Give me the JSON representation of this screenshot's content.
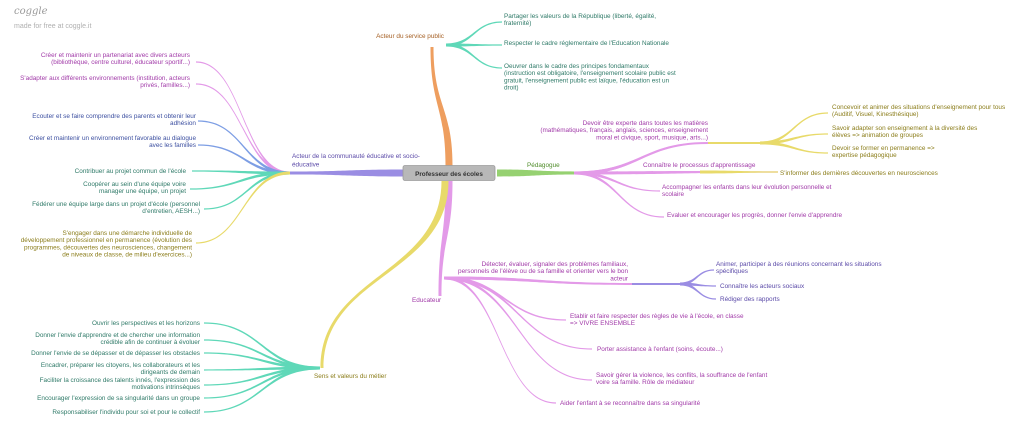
{
  "brand": {
    "logo": "coggle",
    "tagline": "made for free at coggle.it"
  },
  "colors": {
    "teal": "#5fd8b8",
    "tealText": "#2f7a68",
    "pink": "#e39ae8",
    "pinkText": "#a13aa8",
    "blue": "#7d9ee4",
    "blueText": "#3c4fa0",
    "yellow": "#e8da6a",
    "yellowText": "#8b7d1a",
    "orange": "#ee9e5f",
    "orangeText": "#a45e22",
    "green": "#96d171",
    "greenText": "#4f8c2a",
    "purple": "#9a8de3",
    "purpleText": "#5b4aa8"
  },
  "root": "Professeur des écoles",
  "branches": [
    {
      "id": "acteur-service",
      "color": "orange",
      "label": "Acteur du service public",
      "children": [
        {
          "color": "teal",
          "lines": [
            "Partager les valeurs de la République (liberté, égalité,",
            "fraternité)"
          ]
        },
        {
          "color": "teal",
          "lines": [
            "Respecter le cadre réglementaire de l'Education Nationale"
          ]
        },
        {
          "color": "teal",
          "lines": [
            "Oeuvrer dans le cadre des principes fondamentaux",
            "(instruction est obligatoire, l'enseignement scolaire public est",
            "gratuit, l'enseignement public est laïque, l'éducation est un",
            "droit)"
          ]
        }
      ]
    },
    {
      "id": "pedagogue",
      "color": "green",
      "label": "Pédagogue",
      "children": [
        {
          "color": "pink",
          "lines": [
            "Devoir être experte dans toutes les matières",
            "(mathématiques, français, anglais, sciences, enseignement",
            "moral et civique, sport, musique, arts...)"
          ],
          "children": [
            {
              "color": "yellow",
              "lines": [
                "Concevoir et animer des situations d'enseignement pour tous",
                "(Auditif, Visuel, Kinesthésique)"
              ]
            },
            {
              "color": "yellow",
              "lines": [
                "Savoir adapter son enseignement à la diversité des",
                "élèves => animation de groupes"
              ]
            },
            {
              "color": "yellow",
              "lines": [
                "Devoir se former en permanence =>",
                "expertise pédagogique"
              ]
            }
          ]
        },
        {
          "color": "pink",
          "lines": [
            "Connaître le processus d'apprentissage"
          ],
          "children": [
            {
              "color": "yellow",
              "lines": [
                "S'informer des dernières découvertes en neurosciences"
              ]
            }
          ]
        },
        {
          "color": "pink",
          "lines": [
            "Accompagner les enfants dans leur évolution personnelle et",
            "scolaire"
          ]
        },
        {
          "color": "pink",
          "lines": [
            "Evaluer et encourager les progrès, donner l'envie d'apprendre"
          ]
        }
      ]
    },
    {
      "id": "educateur",
      "color": "pink",
      "label": "Educateur",
      "children": [
        {
          "color": "pink",
          "lines": [
            "Détecter, évaluer, signaler des problèmes familiaux,",
            "personnels de l'élève ou de sa famille et orienter vers le bon",
            "acteur"
          ],
          "children": [
            {
              "color": "purple",
              "lines": [
                "Animer, participer à des réunions concernant les situations",
                "spécifiques"
              ]
            },
            {
              "color": "purple",
              "lines": [
                "Connaître les acteurs sociaux"
              ]
            },
            {
              "color": "purple",
              "lines": [
                "Rédiger des rapports"
              ]
            }
          ]
        },
        {
          "color": "pink",
          "lines": [
            "Etablir et faire respecter des règles de vie à l'école, en classe",
            "=> VIVRE ENSEMBLE"
          ]
        },
        {
          "color": "pink",
          "lines": [
            "Porter assistance à l'enfant (soins, écoute...)"
          ]
        },
        {
          "color": "pink",
          "lines": [
            "Savoir gérer la violence, les conflits, la souffrance de l'enfant",
            "voire sa famille. Rôle de médiateur"
          ]
        },
        {
          "color": "pink",
          "lines": [
            "Aider l'enfant à se reconnaître dans sa singularité"
          ]
        }
      ]
    },
    {
      "id": "communaute",
      "color": "purple",
      "label": "Acteur de la communauté éducative et socio-éducative",
      "labelLines": [
        "Acteur de la communauté éducative et socio-",
        "éducative"
      ],
      "children": [
        {
          "color": "pink",
          "lines": [
            "Créer et maintenir un partenariat avec divers acteurs",
            "(bibliothèque, centre culturel, éducateur sportif...)"
          ]
        },
        {
          "color": "pink",
          "lines": [
            "S'adapter aux différents environnements (institution, acteurs",
            "privés, familles...)"
          ]
        },
        {
          "color": "blue",
          "lines": [
            "Ecouter et se faire comprendre des parents et obtenir leur",
            "adhésion"
          ]
        },
        {
          "color": "blue",
          "lines": [
            "Créer et maintenir un environnement favorable au dialogue",
            "avec les familles"
          ]
        },
        {
          "color": "teal",
          "lines": [
            "Contribuer au projet commun de l'école"
          ]
        },
        {
          "color": "teal",
          "lines": [
            "Coopérer au sein d'une équipe voire",
            "manager une équipe, un projet"
          ]
        },
        {
          "color": "teal",
          "lines": [
            "Fédérer une équipe large dans un projet d'école (personnel",
            "d'entretien, AESH...)"
          ]
        },
        {
          "color": "yellow",
          "lines": [
            "S'engager dans une démarche individuelle de",
            "développement professionnel en permanence (évolution des",
            "programmes, découvertes des neurosciences, changement",
            "de niveaux de classe, de milieu d'exercices...)"
          ]
        }
      ]
    },
    {
      "id": "sens-valeurs",
      "color": "yellow",
      "label": "Sens et valeurs du métier",
      "children": [
        {
          "color": "teal",
          "lines": [
            "Ouvrir les perspectives et les horizons"
          ]
        },
        {
          "color": "teal",
          "lines": [
            "Donner l'envie d'apprendre et de chercher une information",
            "crédible afin de continuer à évoluer"
          ]
        },
        {
          "color": "teal",
          "lines": [
            "Donner l'envie de se dépasser et de dépasser les obstacles"
          ]
        },
        {
          "color": "teal",
          "lines": [
            "Encadrer, préparer les citoyens, les collaborateurs et les",
            "dirigeants de demain"
          ]
        },
        {
          "color": "teal",
          "lines": [
            "Faciliter la croissance des talents innés, l'expression des",
            "motivations intrinsèques"
          ]
        },
        {
          "color": "teal",
          "lines": [
            "Encourager l'expression de sa singularité dans un groupe"
          ]
        },
        {
          "color": "teal",
          "lines": [
            "Responsabiliser l'individu pour soi et pour le collectif"
          ]
        }
      ]
    }
  ]
}
